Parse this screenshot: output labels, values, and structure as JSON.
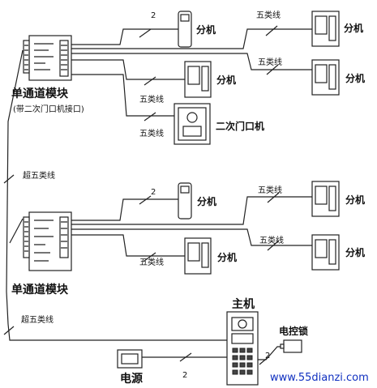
{
  "labels": {
    "module": "单通道模块",
    "module_note": "(带二次门口机接口)",
    "extension": "分机",
    "cat5": "五类线",
    "super_cat5": "超五类线",
    "two": "2",
    "secondary_door_unit": "二次门口机",
    "host": "主机",
    "electric_lock": "电控锁",
    "power": "电源",
    "watermark": "www.55dianzi.com"
  },
  "icons": {
    "module": "module-board-icon",
    "indoor_unit": "indoor-monitor-icon",
    "handset": "handset-icon",
    "door_unit": "door-station-icon",
    "host": "host-panel-icon",
    "lock": "lock-icon",
    "power": "power-supply-icon"
  }
}
